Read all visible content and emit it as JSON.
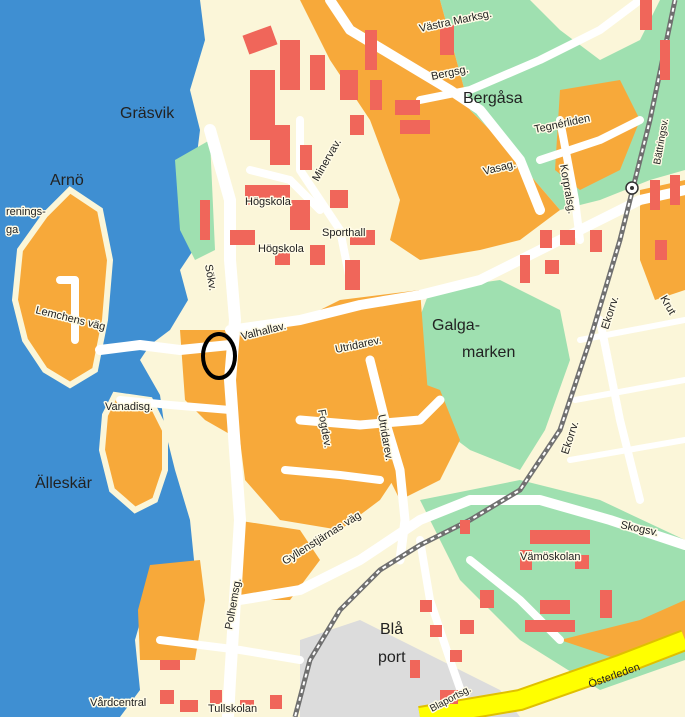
{
  "map": {
    "colors": {
      "water": "#3f8fd2",
      "land": "#fbf6d9",
      "residential": "#f7a93a",
      "park": "#9fe0b0",
      "building": "#f0665a",
      "road": "#ffffff",
      "highway": "#ffff00",
      "railway": "#707070",
      "marker": "#000000"
    },
    "labels": {
      "grasvik": "Gräsvik",
      "arno": "Arnö",
      "forenings1": "renings-",
      "forenings2": "ga",
      "lemchens": "Lemchens väg",
      "vanadisg": "Vanadisg.",
      "alleskar": "Älleskär",
      "vastra_marksg": "Västra Marksg.",
      "bergsg": "Bergsg.",
      "bergasa": "Bergåsa",
      "tegnerliden": "Tegnérliden",
      "vasag": "Vasag.",
      "korpralsg": "Korpralsg.",
      "battringsv": "Bättringsv.",
      "minervav": "Minervav.",
      "hogskola1": "Högskola",
      "hogskola2": "Högskola",
      "sporthall": "Sporthall",
      "sokv": "Sökv.",
      "valhallav": "Valhallav.",
      "galga": "Galga-",
      "marken": "marken",
      "utridarev1": "Utridarev.",
      "utridarev2": "Utridarev.",
      "fogdev": "Fogdev.",
      "ekorrv1": "Ekorrv.",
      "ekorrv2": "Ekorrv.",
      "krut": "Krut",
      "skogsv": "Skogsv.",
      "vamoskolan": "Vämöskolan",
      "gyllenstjarnas": "Gyllenstjärnas väg",
      "polhemsg": "Polhemsg.",
      "bla": "Blå",
      "port": "port",
      "blaportsg": "Blaportsg.",
      "osterleden": "Österleden",
      "vardcentral": "Vårdcentral",
      "tullskolan": "Tullskolan"
    }
  }
}
